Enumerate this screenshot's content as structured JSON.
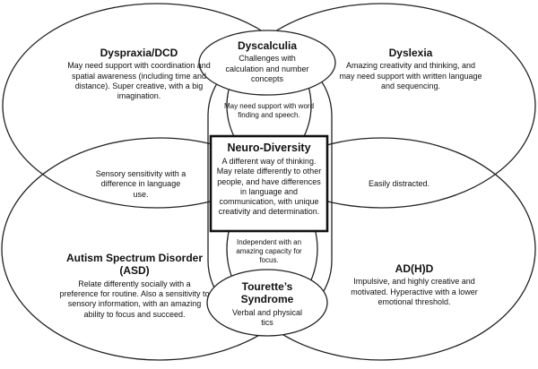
{
  "colors": {
    "stroke": "#222222",
    "background": "#ffffff"
  },
  "dyspraxia": {
    "title": "Dyspraxia/DCD",
    "desc": "May need support with coordination and spatial awareness (including time and distance). Super creative, with a big imagination."
  },
  "dyscalculia": {
    "title": "Dyscalculia",
    "desc": "Challenges with calculation and number concepts"
  },
  "dyslexia": {
    "title": "Dyslexia",
    "desc": "Amazing creativity and thinking, and may need support with written language and sequencing."
  },
  "word_finding": "May need support with word finding and speech.",
  "sensory": "Sensory sensitivity with a difference in language use.",
  "distracted": "Easily distracted.",
  "center": {
    "title": "Neuro-Diversity",
    "desc": "A different way of thinking. May relate differently to other people, and have differences in language and communication, with unique creativity and determination."
  },
  "independent": "Independent with an amazing capacity for focus.",
  "asd": {
    "title": "Autism Spectrum Disorder (ASD)",
    "desc": "Relate differently socially with a preference for routine. Also a sensitivity to sensory information, with an amazing ability to focus and succeed."
  },
  "adhd": {
    "title": "AD(H)D",
    "desc": "Impulsive, and highly creative and motivated. Hyperactive with a lower emotional threshold."
  },
  "tourettes": {
    "title": "Tourette’s Syndrome",
    "desc": "Verbal and physical tics"
  }
}
